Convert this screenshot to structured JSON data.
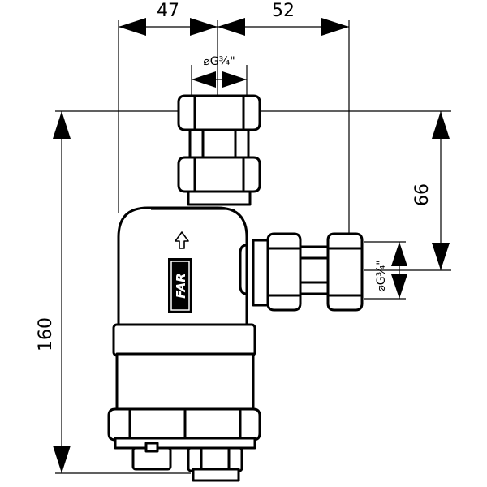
{
  "dimensions": {
    "top_left_width": "47",
    "top_right_width": "52",
    "right_height": "66",
    "overall_height": "160"
  },
  "threads": {
    "top_connection": "⌀G¾\"",
    "side_connection": "⌀G¾\""
  },
  "body": {
    "logo_text": "FAR",
    "flow_arrow_icon": "arrow-up-icon"
  }
}
